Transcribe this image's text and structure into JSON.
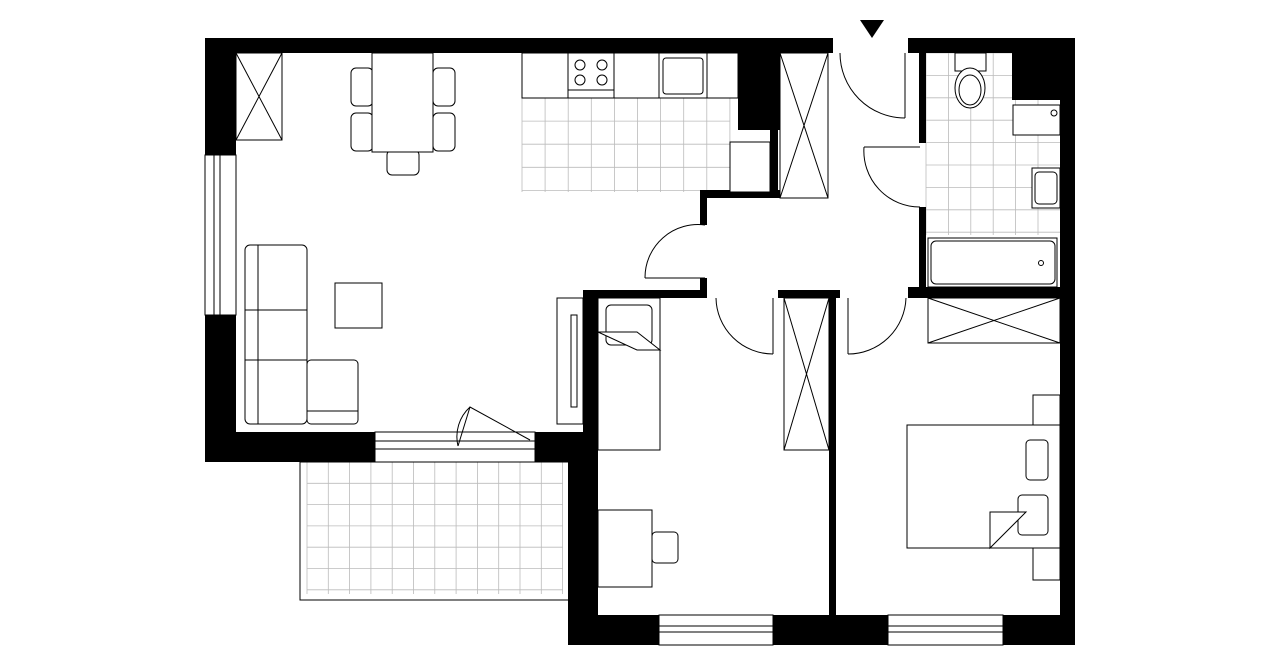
{
  "plan": {
    "wall_color": "#000000",
    "background_color": "#ffffff",
    "tile_color": "#bbbbbb",
    "entrance_marker": "triangle-down-icon",
    "rooms": [
      "living-kitchen",
      "hall",
      "bathroom",
      "bedroom-1",
      "bedroom-2",
      "balcony"
    ]
  }
}
